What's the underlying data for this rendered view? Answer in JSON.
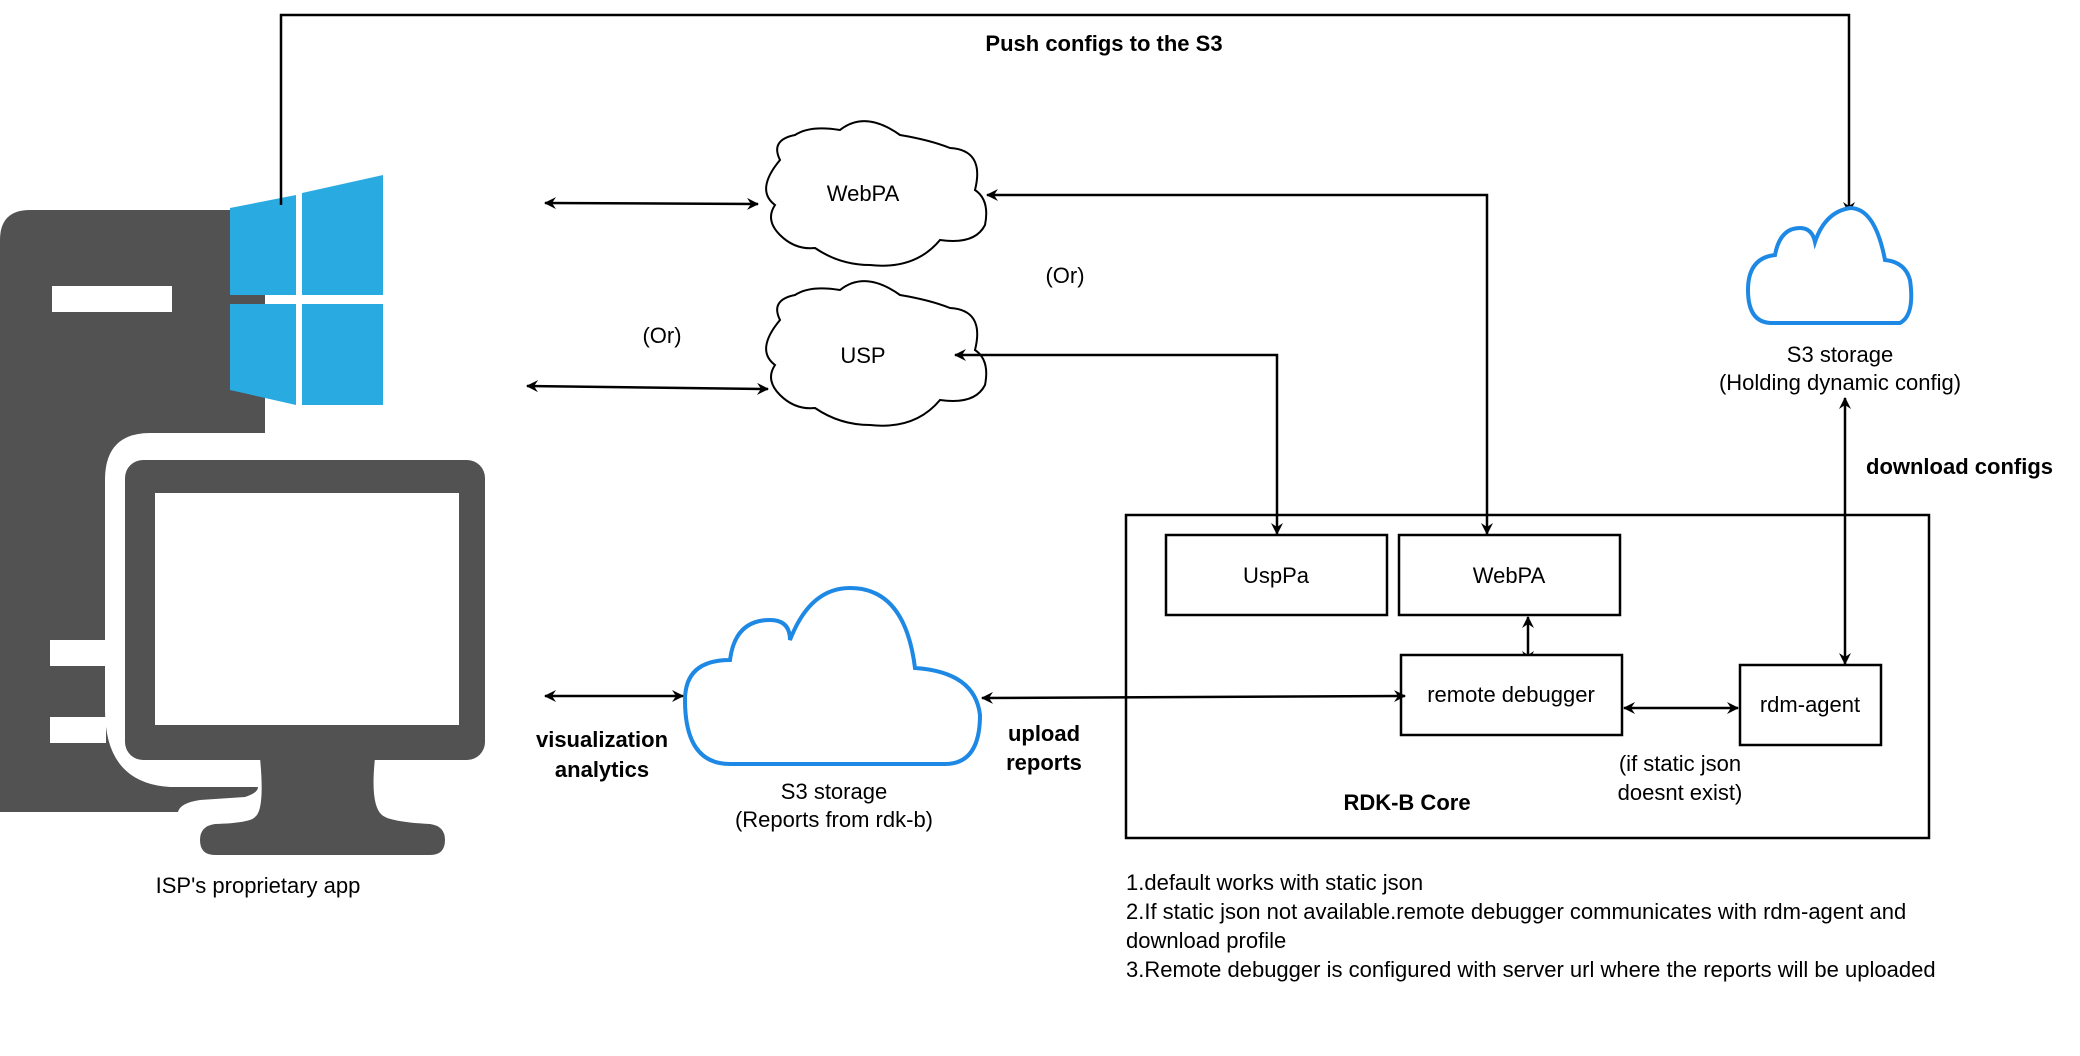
{
  "labels": {
    "push_configs": "Push configs to the S3",
    "or_1": "(Or)",
    "or_2": "(Or)",
    "webpa_cloud": "WebPA",
    "usp_cloud": "USP",
    "s3_config_title": "S3 storage",
    "s3_config_sub": "(Holding dynamic config)",
    "download_configs": "download configs",
    "uspa_box": "UspPa",
    "webpa_box": "WebPA",
    "remote_debugger": "remote debugger",
    "rdm_agent": "rdm-agent",
    "static_json_line1": "(if static json",
    "static_json_line2": "doesnt exist)",
    "rdkb_core": "RDK-B Core",
    "s3_reports_title": "S3 storage",
    "s3_reports_sub": "(Reports from rdk-b)",
    "upload_line1": "upload",
    "upload_line2": "reports",
    "visualization_line1": "visualization",
    "visualization_line2": "analytics",
    "isp_app": "ISP's proprietary app"
  },
  "notes": [
    "1.default works with static json",
    "2.If static json not available.remote debugger communicates with rdm-agent and download profile",
    "3.Remote debugger is configured with server url where the reports will be uploaded"
  ],
  "colors": {
    "windows_blue": "#29abe2",
    "cloud_blue": "#1e88e5",
    "computer_gray": "#525252"
  }
}
